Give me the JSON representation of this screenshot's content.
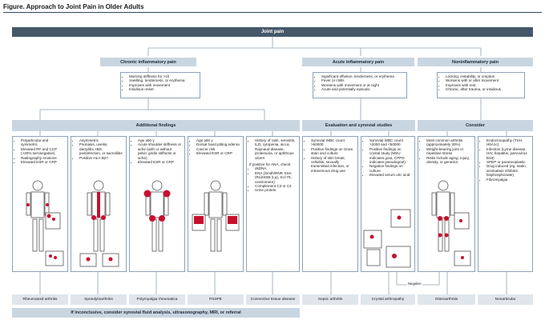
{
  "figure_title": "Figure. Approach to Joint Pain in Older Adults",
  "top_header": "Joint pain",
  "categories": [
    {
      "label": "Chronic inflammatory pain",
      "items": [
        "Morning stiffness for >1h",
        "Swelling, tenderness, or erythema",
        "Improves with movement",
        "Insidious onset"
      ]
    },
    {
      "label": "Acute inflammatory pain",
      "items": [
        "Significant effusion, tenderness, or erythema",
        "Fever or chills",
        "Worsens with movement or at night",
        "Acute and potentially episodic"
      ]
    },
    {
      "label": "Noninflammatory pain",
      "items": [
        "Locking, instability, or crepitus",
        "Worsens with or after movement",
        "Improves with rest",
        "Chronic, after trauma, or insidious"
      ]
    }
  ],
  "section_headers": {
    "additional": "Additional findings",
    "evaluation": "Evaluation and synovial studies",
    "consider": "Consider"
  },
  "findings": [
    {
      "items": [
        "Polyarticular and symmetric",
        "Elevated RF and CCP (>20% seronegative)",
        "Radiography erosions",
        "Elevated ESR or CRP"
      ]
    },
    {
      "items": [
        "Asymmetric",
        "Psoriasis, uveitis, dactylitis, IBD, postinfection, or sacroiliitis",
        "Positive HLA-B27"
      ]
    },
    {
      "items": [
        "Age ≥50 y",
        "Acute shoulder stiffness or ache (with or without pelvic girdle stiffness or ache)",
        "Elevated ESR or CRP"
      ]
    },
    {
      "items": [
        "Age ≥50 y",
        "Dorsal hand pitting edema",
        "Cancer risk",
        "Elevated ESR or CRP"
      ]
    },
    {
      "items": [
        "History of rash, serositis, ILD, cytopenia, sicca, Raynaud disease, proteinuria, or aphthous ulcers"
      ],
      "check": "If positive for ANA, check:",
      "subitems": [
        "dsDNA",
        "ENA (Smith/RNP, SSA (Ro)/SSB (La), Scl-70, centromere)",
        "Complement C3 or C4",
        "Urine protein"
      ]
    },
    {
      "items": [
        "Synovial WBC count >50000",
        "Positive findings on Gram stain and culture",
        "History of skin break, cellulitis, sexually transmitted infection, or intravenous drug use"
      ]
    },
    {
      "items": [
        "Synovial WBC count >2000 and <50000",
        "Positive findings on crystal study (MSU indicates gout, CPPD indicates pseudogout)",
        "Negative findings on culture",
        "Elevated serum uric acid"
      ]
    },
    {
      "items": [
        "Most common arthritis (approximately 30%)",
        "Weight-bearing joint or repetitive stress",
        "Risks include aging, injury, obesity, or genetics"
      ]
    },
    {
      "items": [
        "Endocrinopathy (TSH, HbA1c)",
        "Infection (Lyme disease, HIV, hepatitis, parvovirus B19)",
        "SPEP or paraneoplastic",
        "Drug induced (eg, statin, aromatase inhibitor, bisphosphonate)",
        "Fibromyalgia"
      ]
    }
  ],
  "outcomes": [
    "Rheumatoid arthritis",
    "Spondyloarthritis",
    "Polymyalgia rheumatica",
    "RS3PE",
    "Connective tissue disease",
    "Septic arthritis",
    "Crystal arthropathy",
    "Osteoarthritis",
    "Nonarticular"
  ],
  "negative_label": "Negative",
  "footer": "If inconclusive, consider synovial fluid analysis, ultrasonography, MRI, or referral",
  "colors": {
    "header": "#45586a",
    "subheader": "#c9d6e1",
    "highlight": "#c8102e",
    "skeleton": "#ffffff"
  }
}
